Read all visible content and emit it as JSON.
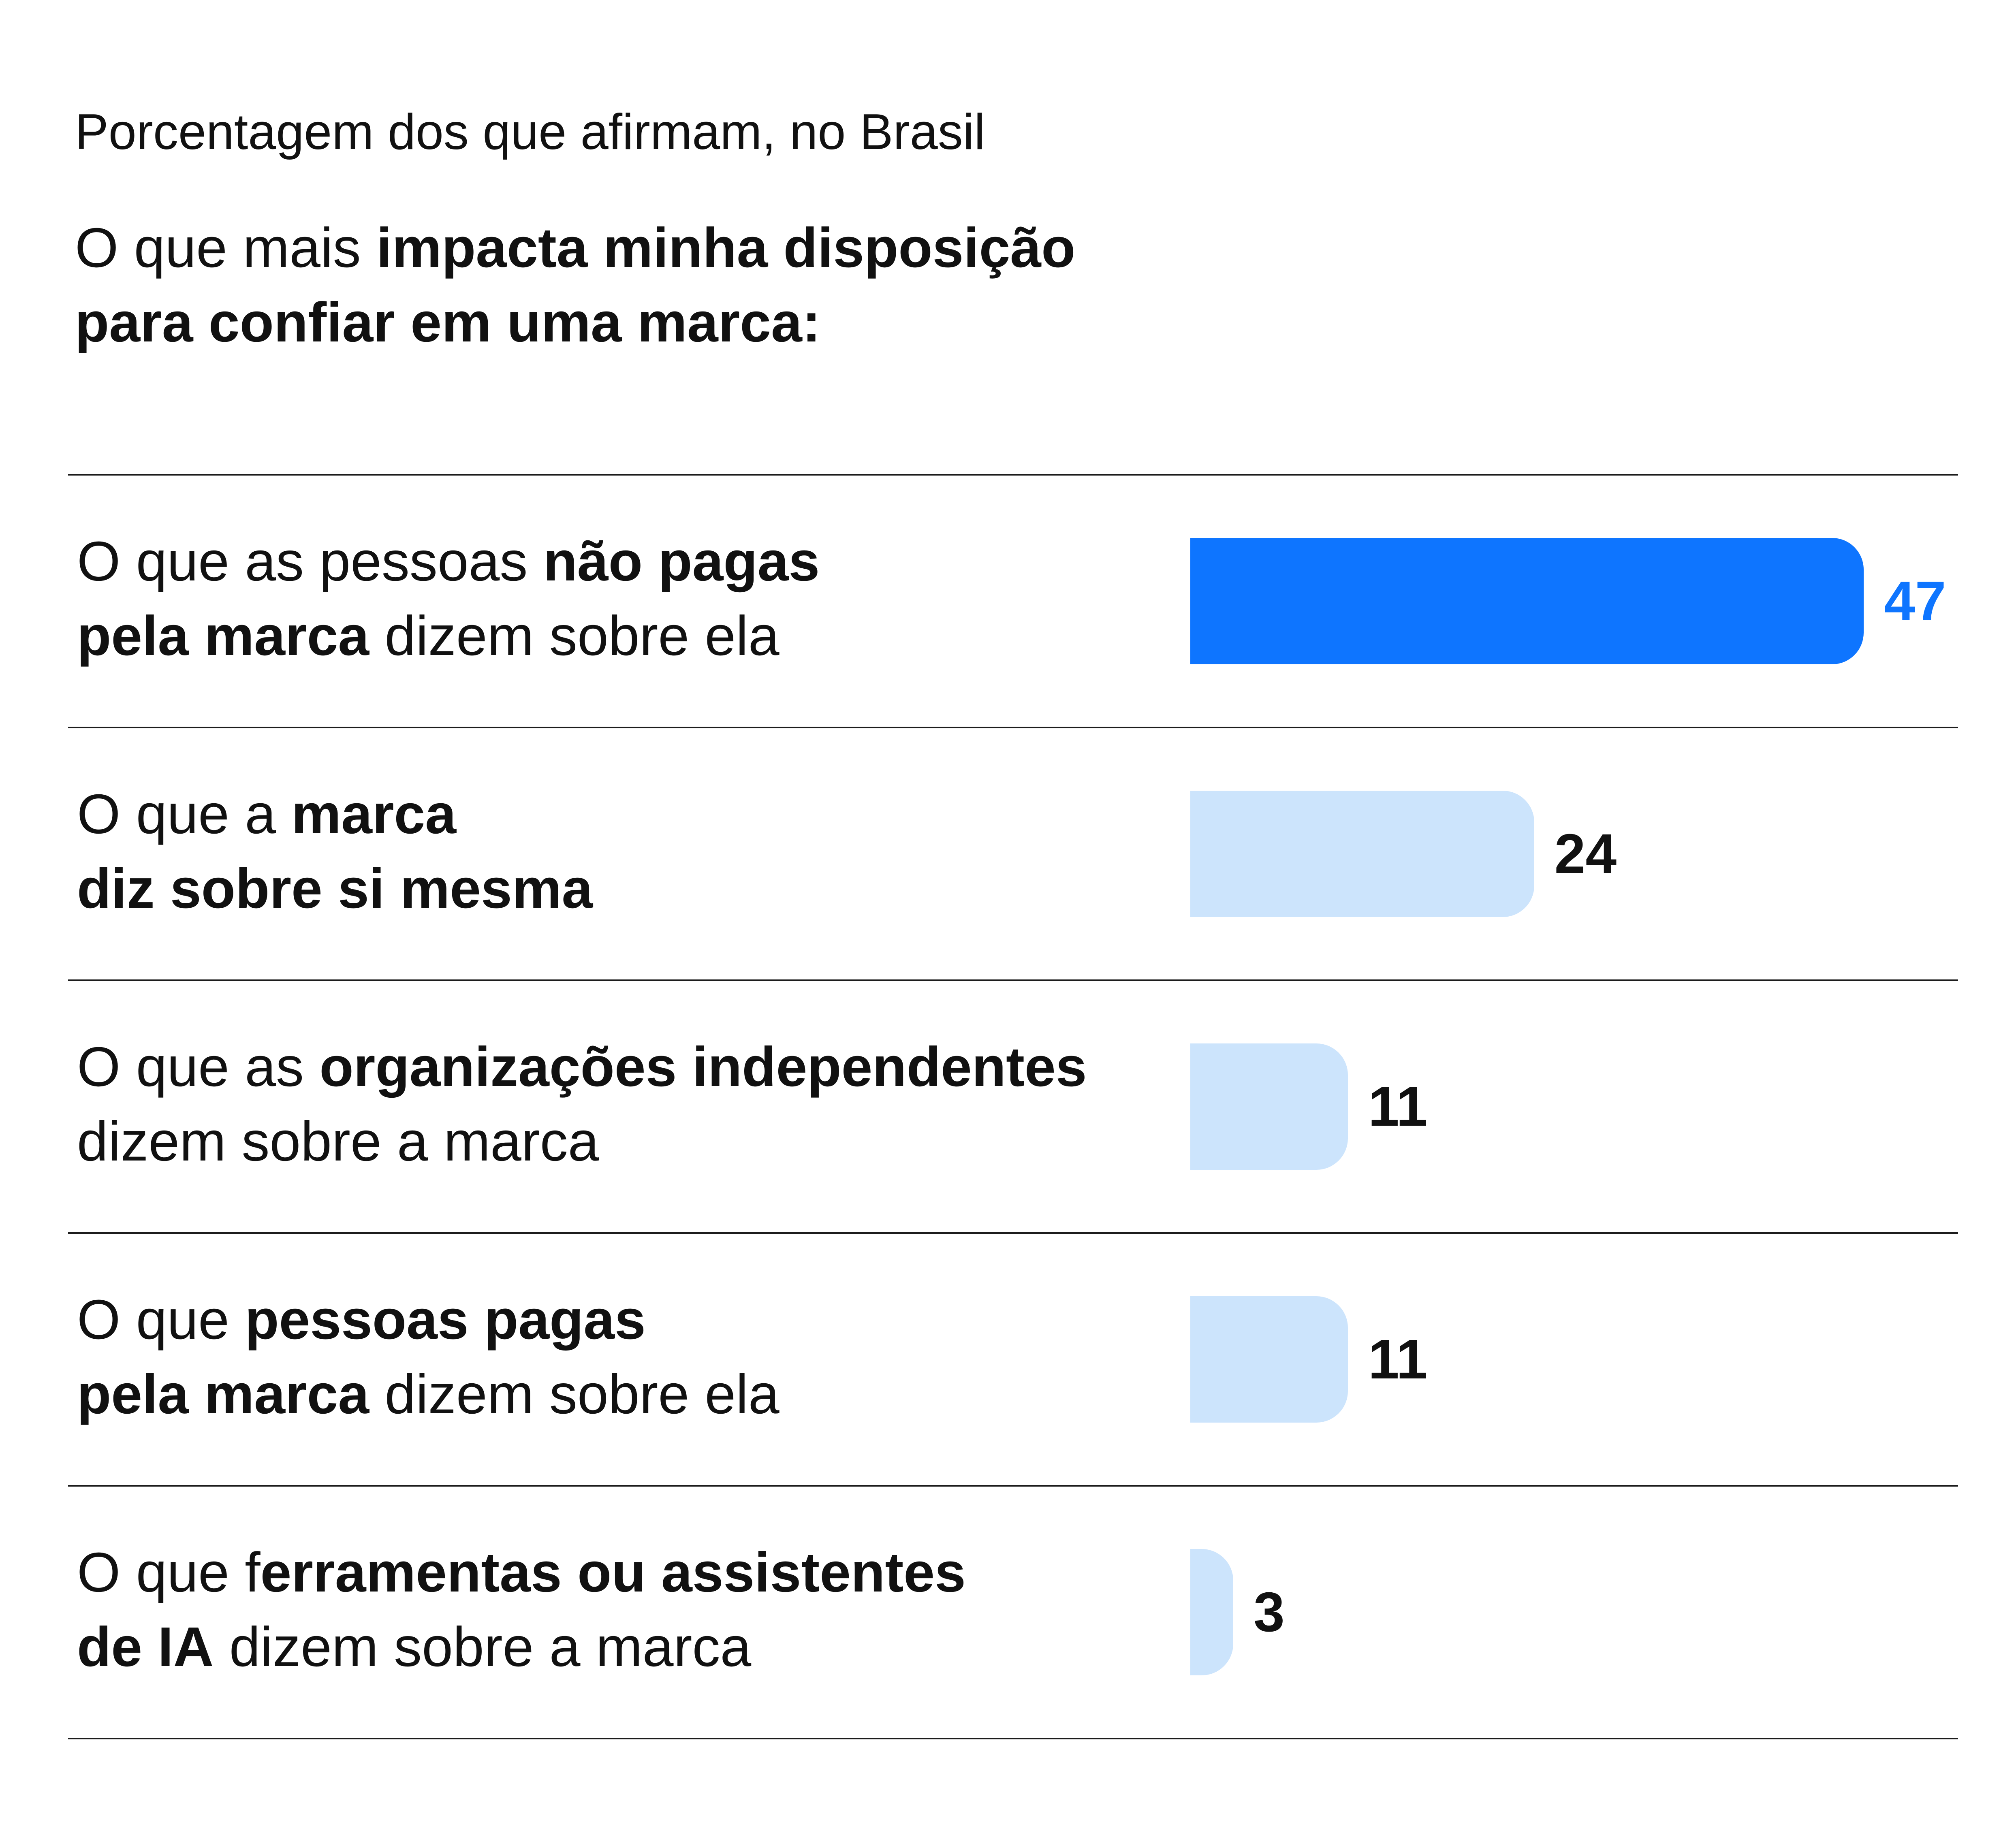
{
  "subtitle": "Porcentagem dos que afirmam, no Brasil",
  "title_parts": [
    {
      "text": "O que mais ",
      "bold": false
    },
    {
      "text": "impacta minha disposição",
      "bold": true
    },
    {
      "text": "\n",
      "bold": false
    },
    {
      "text": "para confiar em uma marca:",
      "bold": true
    }
  ],
  "colors": {
    "highlight_bar": "#0E75FF",
    "default_bar": "#CCE4FC",
    "highlight_value": "#0E75FF",
    "default_value": "#111111"
  },
  "chart_data": {
    "type": "bar",
    "orientation": "horizontal",
    "title": "O que mais impacta minha disposição para confiar em uma marca:",
    "subtitle": "Porcentagem dos que afirmam, no Brasil",
    "categories": [
      "O que as pessoas não pagas pela marca dizem sobre ela",
      "O que a marca diz sobre si mesma",
      "O que as organizações independentes dizem sobre a marca",
      "O que pessoas pagas pela marca dizem sobre ela",
      "O que ferramentas ou assistentes de IA dizem sobre a marca"
    ],
    "values": [
      47,
      24,
      11,
      11,
      3
    ],
    "highlight_index": 0,
    "xlim": [
      0,
      47
    ],
    "grid": false,
    "legend": "none"
  },
  "rows": [
    {
      "value_label": "47",
      "label_parts": [
        {
          "text": "O que as pessoas ",
          "bold": false
        },
        {
          "text": "não pagas",
          "bold": true
        },
        {
          "text": "\n",
          "bold": false
        },
        {
          "text": "pela marca",
          "bold": true
        },
        {
          "text": " dizem sobre ela",
          "bold": false
        }
      ]
    },
    {
      "value_label": "24",
      "label_parts": [
        {
          "text": "O que a ",
          "bold": false
        },
        {
          "text": "marca",
          "bold": true
        },
        {
          "text": "\n",
          "bold": false
        },
        {
          "text": "diz sobre si mesma",
          "bold": true
        }
      ]
    },
    {
      "value_label": "11",
      "label_parts": [
        {
          "text": "O que as ",
          "bold": false
        },
        {
          "text": "organizações independentes",
          "bold": true
        },
        {
          "text": "\n",
          "bold": false
        },
        {
          "text": "dizem sobre a marca",
          "bold": false
        }
      ]
    },
    {
      "value_label": "11",
      "label_parts": [
        {
          "text": "O que ",
          "bold": false
        },
        {
          "text": "pessoas pagas",
          "bold": true
        },
        {
          "text": "\n",
          "bold": false
        },
        {
          "text": "pela marca",
          "bold": true
        },
        {
          "text": " dizem sobre ela",
          "bold": false
        }
      ]
    },
    {
      "value_label": "3",
      "label_parts": [
        {
          "text": "O que f",
          "bold": false
        },
        {
          "text": "erramentas ou assistentes",
          "bold": true
        },
        {
          "text": "\n",
          "bold": false
        },
        {
          "text": "de IA",
          "bold": true
        },
        {
          "text": " dizem sobre a marca",
          "bold": false
        }
      ]
    }
  ]
}
